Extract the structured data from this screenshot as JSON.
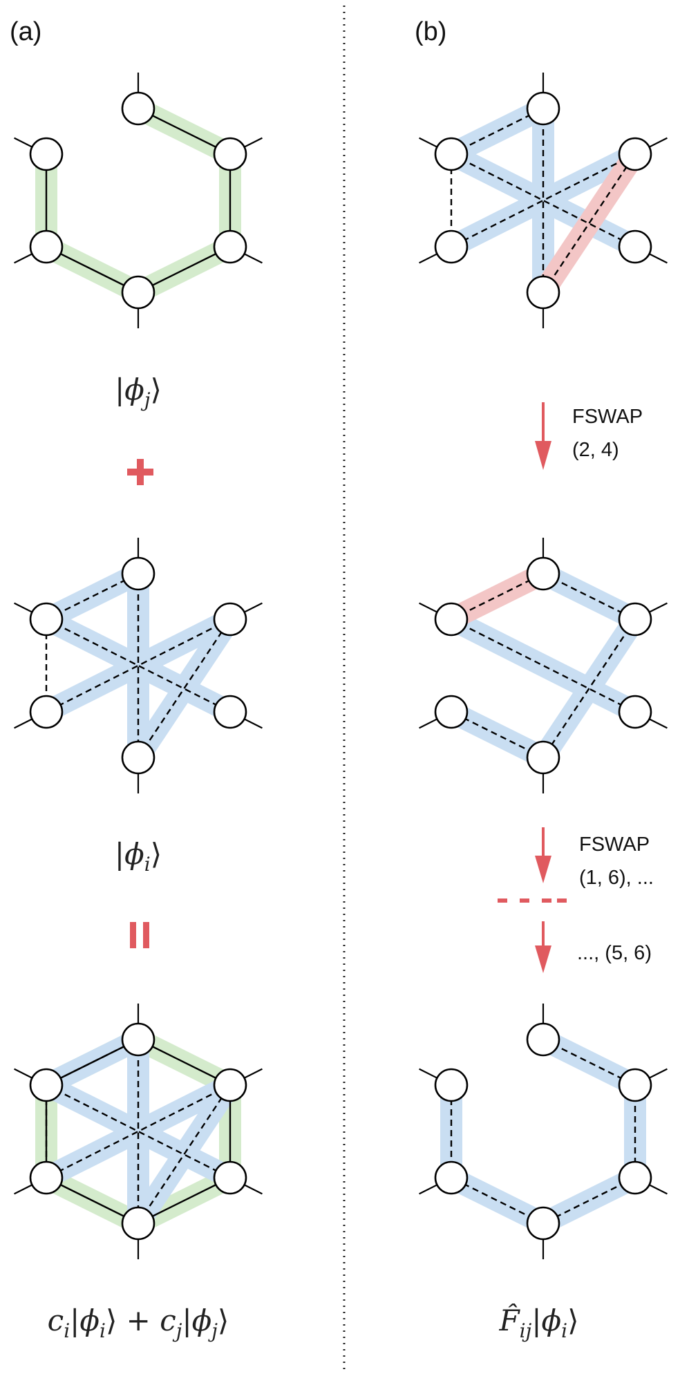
{
  "panels": {
    "a": {
      "label": "(a)"
    },
    "b": {
      "label": "(b)"
    }
  },
  "math": {
    "phi_j": "|φ_j⟩",
    "phi_i": "|φ_i⟩",
    "superposition": "c_i|φ_i⟩ + c_j|φ_j⟩",
    "result": "F̂_ij|φ_i⟩"
  },
  "operators": {
    "plus": "+",
    "equals": "="
  },
  "steps": [
    {
      "line1": "FSWAP",
      "line2": "(2, 4)"
    },
    {
      "line1": "FSWAP",
      "line2": "(1, 6), ..."
    },
    {
      "line1": "",
      "line2": "..., (5, 6)"
    }
  ],
  "colors": {
    "green_band": "#d4ebcc",
    "blue_band": "#c9def2",
    "red_band": "#f3c6c6",
    "accent_red": "#e05a5f",
    "node_stroke": "#000000"
  }
}
